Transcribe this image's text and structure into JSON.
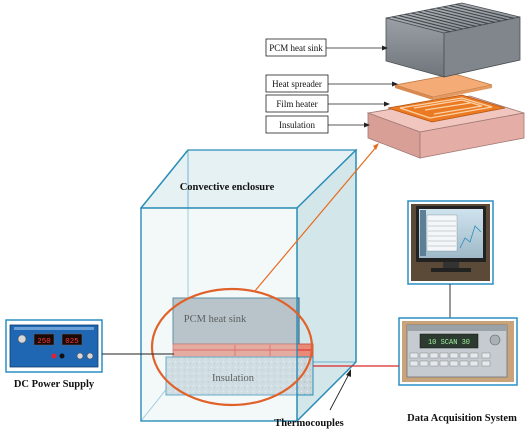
{
  "exploded_labels": {
    "pcm_heat_sink": "PCM heat sink",
    "heat_spreader": "Heat spreader",
    "film_heater": "Film heater",
    "insulation": "Insulation"
  },
  "enclosure": {
    "title": "Convective enclosure",
    "pcm_label": "PCM heat sink",
    "insulation_label": "Insulation"
  },
  "power_supply": {
    "caption": "DC Power Supply",
    "display_left": "250",
    "display_right": "025"
  },
  "thermocouples_label": "Thermocouples",
  "daq": {
    "caption": "Data Acquisition System",
    "display_text": "10 SCAN 30"
  },
  "colors": {
    "enclosure_edge": "#2a8db8",
    "enclosure_fill": "#dcecef",
    "ellipse": "#e0622a",
    "orange_line": "#e86a1e",
    "red_wire": "#d9282a",
    "photo_border": "#2b8fc4",
    "sink_gray": "#8a9096",
    "heat_spreader": "#f2a367",
    "film_heater": "#e8761e",
    "insulation_block": "#eab4ad"
  }
}
